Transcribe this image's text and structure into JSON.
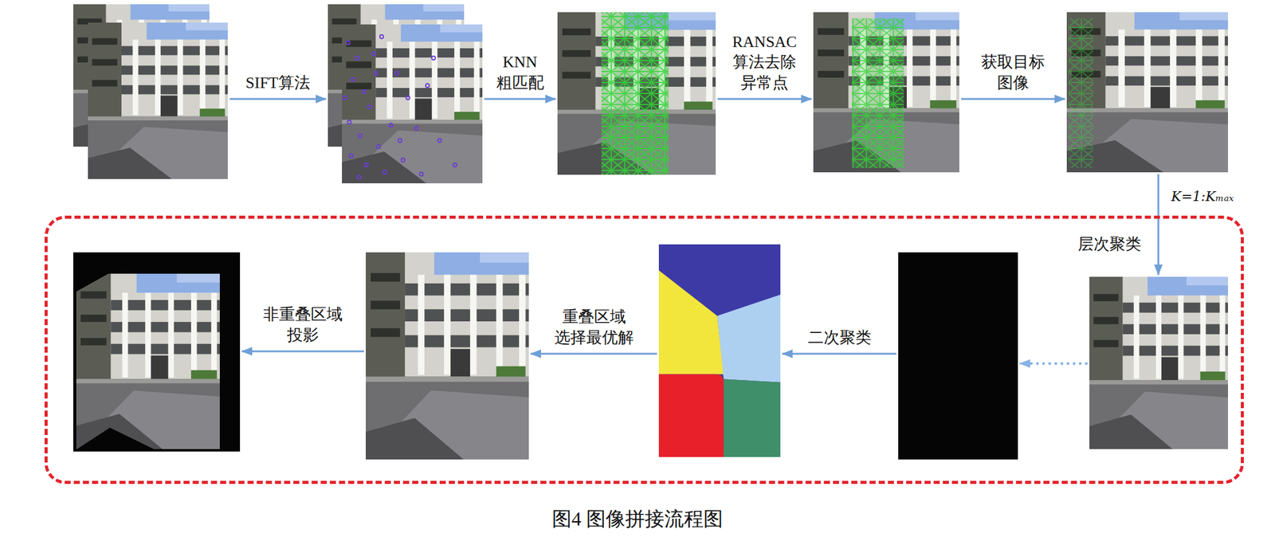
{
  "diagram": {
    "caption": "图4 图像拼接流程图",
    "nodes": [
      {
        "text": []
      },
      {
        "text": []
      },
      {
        "text": []
      },
      {
        "text": []
      },
      {
        "text": []
      },
      {
        "text": []
      },
      {
        "text": [],
        "in": 5
      },
      {
        "text": [],
        "in": 5
      },
      {
        "text": [],
        "in": 5
      },
      {
        "text": [],
        "in": 5
      },
      {
        "text": [],
        "in": 5
      }
    ],
    "edges": [
      {
        "from": 0,
        "to": 1,
        "label": "SIFT算法",
        "arrow": "to"
      },
      {
        "from": 1,
        "to": 2,
        "label": "KNN 粗匹配",
        "arrow": "to"
      },
      {
        "from": 2,
        "to": 3,
        "label": "RANSAC 算法去除 异常点",
        "arrow": "to"
      },
      {
        "from": 3,
        "to": 4,
        "label": "获取目标 图像",
        "arrow": "to"
      },
      {
        "from": 4,
        "to": 6,
        "label": "层次聚类",
        "arrow": "to"
      },
      {
        "from": 6,
        "to": 7,
        "arrow": "to"
      },
      {
        "from": 7,
        "to": 8,
        "label": "二次聚类",
        "arrow": "to"
      },
      {
        "from": 8,
        "to": 9,
        "label": "重叠区域 选择最优解",
        "arrow": "to"
      },
      {
        "from": 9,
        "to": 10,
        "label": "非重叠区域 投影",
        "arrow": "to"
      }
    ],
    "labels": [
      "K=1:Kₘₐₓ"
    ]
  }
}
